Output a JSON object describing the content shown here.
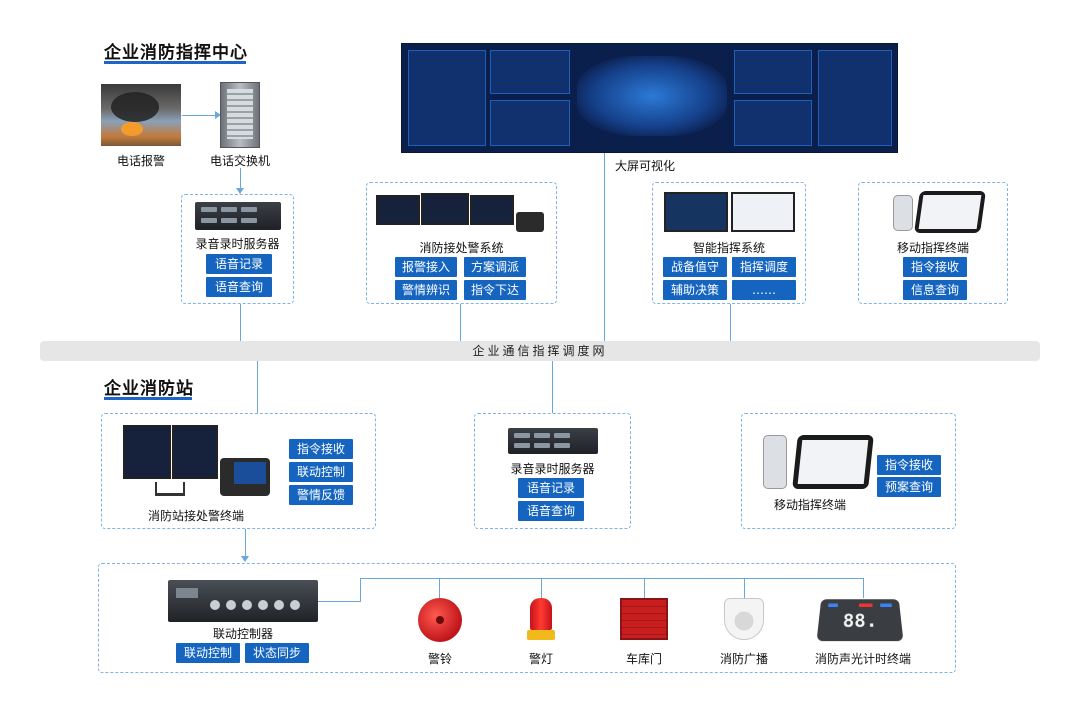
{
  "sections": {
    "center_title": "企业消防指挥中心",
    "station_title": "企业消防站"
  },
  "center": {
    "phone_alarm": "电话报警",
    "phone_switch": "电话交换机",
    "big_screen": "大屏可视化",
    "recorder": {
      "label": "录音录时服务器",
      "buttons": [
        "语音记录",
        "语音查询"
      ]
    },
    "alarm_system": {
      "label": "消防接处警系统",
      "buttons": [
        "报警接入",
        "方案调派",
        "警情辨识",
        "指令下达"
      ]
    },
    "command_system": {
      "label": "智能指挥系统",
      "buttons": [
        "战备值守",
        "指挥调度",
        "辅助决策",
        "……"
      ]
    },
    "mobile_terminal": {
      "label": "移动指挥终端",
      "buttons": [
        "指令接收",
        "信息查询"
      ]
    }
  },
  "network": {
    "label": "企业通信指挥调度网"
  },
  "station": {
    "alarm_terminal": {
      "label": "消防站接处警终端",
      "buttons": [
        "指令接收",
        "联动控制",
        "警情反馈"
      ]
    },
    "recorder": {
      "label": "录音录时服务器",
      "buttons": [
        "语音记录",
        "语音查询"
      ]
    },
    "mobile_terminal": {
      "label": "移动指挥终端",
      "buttons": [
        "指令接收",
        "预案查询"
      ]
    }
  },
  "devices": {
    "controller": {
      "label": "联动控制器",
      "buttons": [
        "联动控制",
        "状态同步"
      ]
    },
    "bell": "警铃",
    "light": "警灯",
    "garage": "车库门",
    "broadcast": "消防广播",
    "timer": "消防声光计时终端",
    "timer_display": "88."
  },
  "colors": {
    "accent": "#1565c0",
    "line": "#6aa7dd",
    "dashed_border": "#7fb3e6"
  }
}
